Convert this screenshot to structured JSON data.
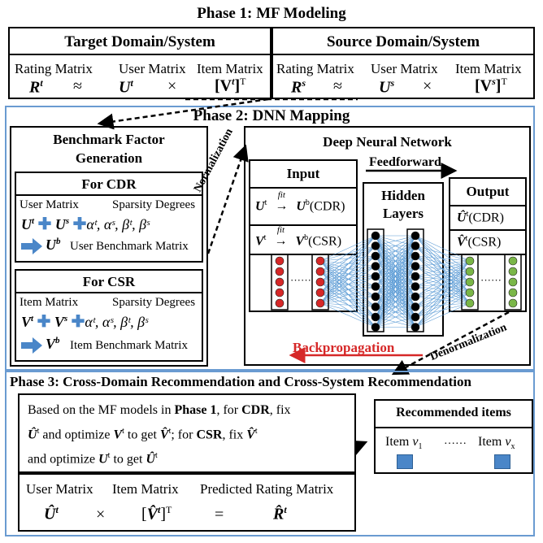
{
  "phase1": {
    "title": "Phase 1:  MF Modeling",
    "target": {
      "title": "Target Domain/System",
      "rating_label": "Rating Matrix",
      "user_label": "User Matrix",
      "item_label": "Item Matrix",
      "rating_sym": "R",
      "rating_sup": "t",
      "approx": "≈",
      "user_sym": "U",
      "user_sup": "t",
      "times": "×",
      "item_open": "[V",
      "item_sup1": "t",
      "item_close": "]",
      "item_sup2": "T"
    },
    "source": {
      "title": "Source Domain/System",
      "rating_label": "Rating Matrix",
      "user_label": "User Matrix",
      "item_label": "Item Matrix",
      "rating_sym": "R",
      "rating_sup": "s",
      "approx": "≈",
      "user_sym": "U",
      "user_sup": "s",
      "times": "×",
      "item_open": "[V",
      "item_sup1": "s",
      "item_close": "]",
      "item_sup2": "T"
    }
  },
  "phase2": {
    "title": "Phase 2: DNN Mapping",
    "benchmark": {
      "title_line1": "Benchmark Factor",
      "title_line2": "Generation",
      "cdr": {
        "title": "For CDR",
        "left_label": "User Matrix",
        "right_label": "Sparsity Degrees",
        "sym1": "U",
        "sup1": "t",
        "sym2": "U",
        "sup2": "s",
        "params": "αᵗ, αˢ, βᵗ, βˢ",
        "result_sym": "U",
        "result_sup": "b",
        "result_label": "User Benchmark Matrix"
      },
      "csr": {
        "title": "For CSR",
        "left_label": "Item Matrix",
        "right_label": "Sparsity Degrees",
        "sym1": "V",
        "sup1": "t",
        "sym2": "V",
        "sup2": "s",
        "params": "αᵗ, αˢ, βᵗ, βˢ",
        "result_sym": "V",
        "result_sup": "b",
        "result_label": "Item Benchmark Matrix"
      }
    },
    "normalization": "Normalization",
    "dnn": {
      "title": "Deep Neural Network",
      "feedforward": "Feedforward",
      "input_title": "Input",
      "fit": "fit",
      "cdr_in_sym": "U",
      "cdr_in_sup": "t",
      "cdr_out_sym": "U",
      "cdr_out_sup": "b",
      "cdr_tag": "(CDR)",
      "csr_in_sym": "V",
      "csr_in_sup": "t",
      "csr_out_sym": "V",
      "csr_out_sup": "b",
      "csr_tag": "(CSR)",
      "hidden_line1": "Hidden",
      "hidden_line2": "Layers",
      "output_title": "Output",
      "out1_sym": "Û",
      "out1_sup": "t",
      "out1_tag": "(CDR)",
      "out2_sym": "V̂",
      "out2_sup": "t",
      "out2_tag": "(CSR)",
      "dots": "······",
      "backprop": "Backpropagation",
      "denormalization": "Denormalization",
      "colors": {
        "input_node": "#d62828",
        "hidden_node": "#000000",
        "output_node": "#7ab648",
        "edge": "#5b9bd5",
        "backprop": "#d62828"
      }
    }
  },
  "phase3": {
    "title": "Phase 3: Cross-Domain Recommendation and Cross-System Recommendation",
    "desc": {
      "t1": "Based on the MF models in ",
      "b1": "Phase 1",
      "t2": ", for ",
      "b2": "CDR",
      "t3": ", fix",
      "s1": "Û",
      "s1sup": "t",
      "t4": " and optimize ",
      "s2": "V",
      "s2sup": "t",
      "t5": " to get ",
      "s3": "V̂",
      "s3sup": "t",
      "t6": "; for ",
      "b3": "CSR",
      "t7": ", fix ",
      "s4": "V̂",
      "s4sup": "t",
      "t8": "and optimize ",
      "s5": "U",
      "s5sup": "t",
      "t9": " to get ",
      "s6": "Û",
      "s6sup": "t"
    },
    "eq": {
      "user_label": "User Matrix",
      "item_label": "Item Matrix",
      "pred_label": "Predicted Rating Matrix",
      "u_sym": "Û",
      "u_sup": "t",
      "times": "×",
      "v_open": "[",
      "v_sym": "V̂",
      "v_sup": "t",
      "v_close": "]",
      "v_sup2": "T",
      "equals": "=",
      "r_sym": "R̂",
      "r_sup": "t"
    },
    "recommended": {
      "title": "Recommended items",
      "item1_word": "Item ",
      "item1_var": "v",
      "item1_sub": "1",
      "dots": "……",
      "item2_word": "Item ",
      "item2_var": "v",
      "item2_sub": "x",
      "square_color": "#4a86c8"
    }
  }
}
